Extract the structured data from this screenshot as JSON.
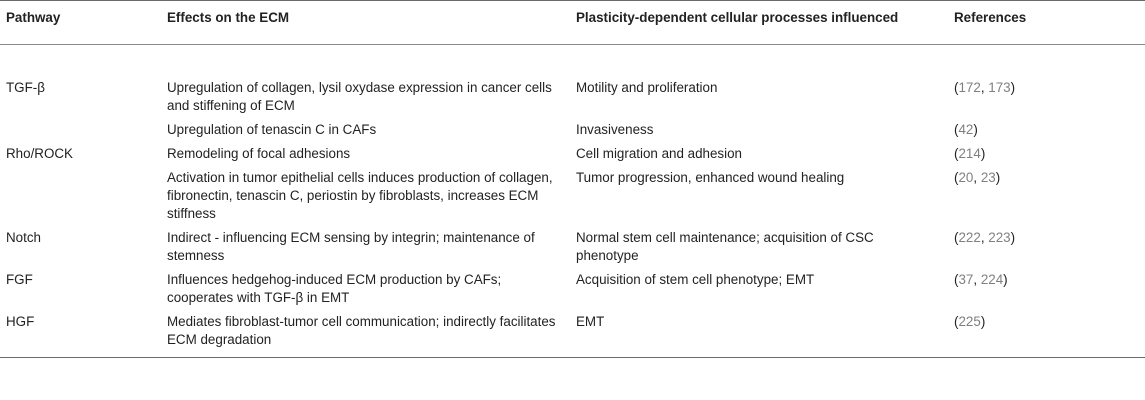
{
  "table": {
    "headers": {
      "pathway": "Pathway",
      "effects": "Effects on the ECM",
      "processes": "Plasticity-dependent cellular processes influenced",
      "references": "References"
    },
    "rows": [
      {
        "pathway": "TGF-β",
        "effects": "Upregulation of collagen, lysil oxydase expression in cancer cells and stiffening of ECM",
        "processes": "Motility and proliferation",
        "refs": [
          "172",
          "173"
        ]
      },
      {
        "pathway": "",
        "effects": "Upregulation of tenascin C in CAFs",
        "processes": "Invasiveness",
        "refs": [
          "42"
        ]
      },
      {
        "pathway": "Rho/ROCK",
        "effects": "Remodeling of focal adhesions",
        "processes": "Cell migration and adhesion",
        "refs": [
          "214"
        ]
      },
      {
        "pathway": "",
        "effects": "Activation in tumor epithelial cells induces production of collagen, fibronectin, tenascin C, periostin by fibroblasts, increases ECM stiffness",
        "processes": "Tumor progression, enhanced wound healing",
        "refs": [
          "20",
          "23"
        ]
      },
      {
        "pathway": "Notch",
        "effects": "Indirect - influencing ECM sensing by integrin; maintenance of stemness",
        "processes": "Normal stem cell maintenance; acquisition of CSC phenotype",
        "refs": [
          "222",
          "223"
        ]
      },
      {
        "pathway": "FGF",
        "effects": "Influences hedgehog-induced ECM production by CAFs; cooperates with TGF-β in EMT",
        "processes": "Acquisition of stem cell phenotype; EMT",
        "refs": [
          "37",
          "224"
        ]
      },
      {
        "pathway": "HGF",
        "effects": "Mediates fibroblast-tumor cell communication; indirectly facilitates ECM degradation",
        "processes": "EMT",
        "refs": [
          "225"
        ]
      }
    ]
  }
}
